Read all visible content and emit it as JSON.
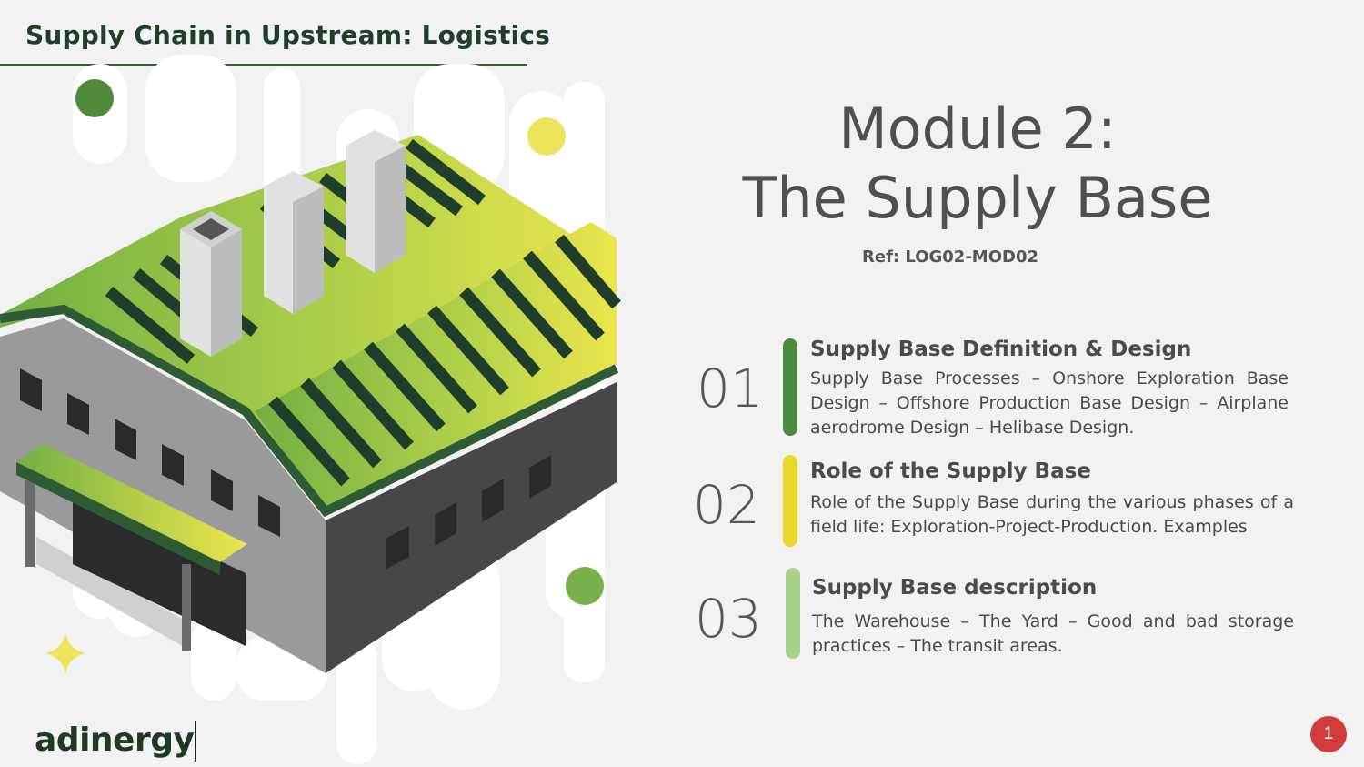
{
  "header": {
    "title": "Supply Chain in Upstream: Logistics"
  },
  "module": {
    "title_line1": "Module 2:",
    "title_line2": "The Supply Base",
    "ref": "Ref: LOG02-MOD02"
  },
  "items": [
    {
      "number": "01",
      "title": "Supply Base Definition & Design",
      "description": "Supply Base Processes – Onshore Exploration Base Design – Offshore Production Base Design – Airplane aerodrome Design – Helibase Design.",
      "color": "#4e8a3e"
    },
    {
      "number": "02",
      "title": "Role of the Supply Base",
      "description": "Role of the Supply Base during the various phases of a field life: Exploration-Project-Production. Examples",
      "color": "#e8d82a"
    },
    {
      "number": "03",
      "title": "Supply Base description",
      "description": "The Warehouse – The Yard – Good and bad storage practices – The transit areas.",
      "color": "#a8d08d"
    }
  ],
  "footer": {
    "logo_text": "adinergy",
    "page_number": "1"
  },
  "illustration": {
    "subject": "isometric-warehouse-icon",
    "colors": {
      "roof_dark": "#1e3d2a",
      "roof_green": "#7ab648",
      "roof_yellow": "#e8e24a",
      "wall_light": "#9e9e9e",
      "wall_dark": "#4a4a4a",
      "chimney": "#dcdcdc"
    }
  },
  "colors": {
    "accent_dark_green": "#1f4028",
    "badge_red": "#d33a3a"
  }
}
